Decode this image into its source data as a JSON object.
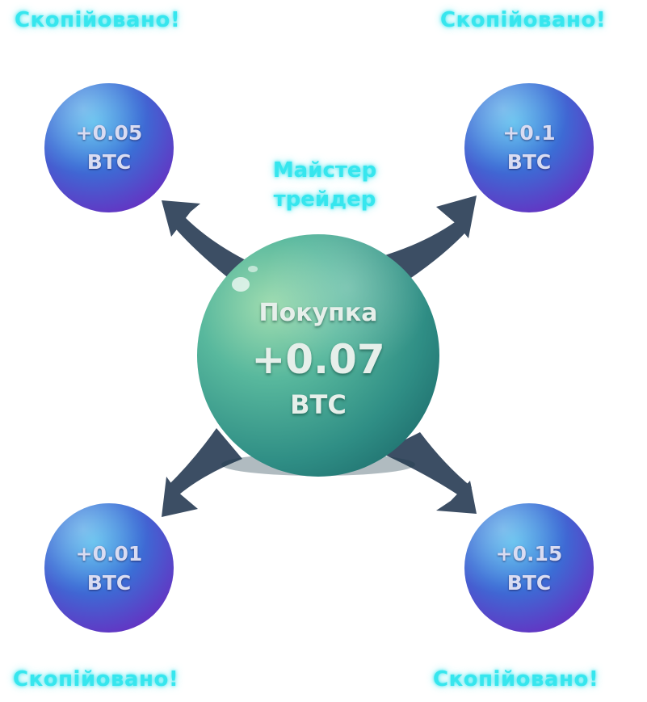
{
  "copied_labels": {
    "top_left": "Скопійовано!",
    "top_right": "Скопійовано!",
    "bottom_left": "Скопійовано!",
    "bottom_right": "Скопійовано!"
  },
  "master_trader": {
    "line1": "Майстер",
    "line2": "трейдер"
  },
  "center": {
    "label": "Покупка",
    "amount": "+0.07",
    "unit": "BTC"
  },
  "followers": {
    "top_left": {
      "amount": "+0.05",
      "unit": "BTC"
    },
    "top_right": {
      "amount": "+0.1",
      "unit": "BTC"
    },
    "bottom_left": {
      "amount": "+0.01",
      "unit": "BTC"
    },
    "bottom_right": {
      "amount": "+0.15",
      "unit": "BTC"
    }
  },
  "colors": {
    "glow_text": "#36e6ee",
    "arrow": "#3c4e64",
    "center_sphere": "#3fa592",
    "follower_sphere_top": "#2e9ede",
    "follower_sphere_bottom": "#6a2bc0"
  }
}
